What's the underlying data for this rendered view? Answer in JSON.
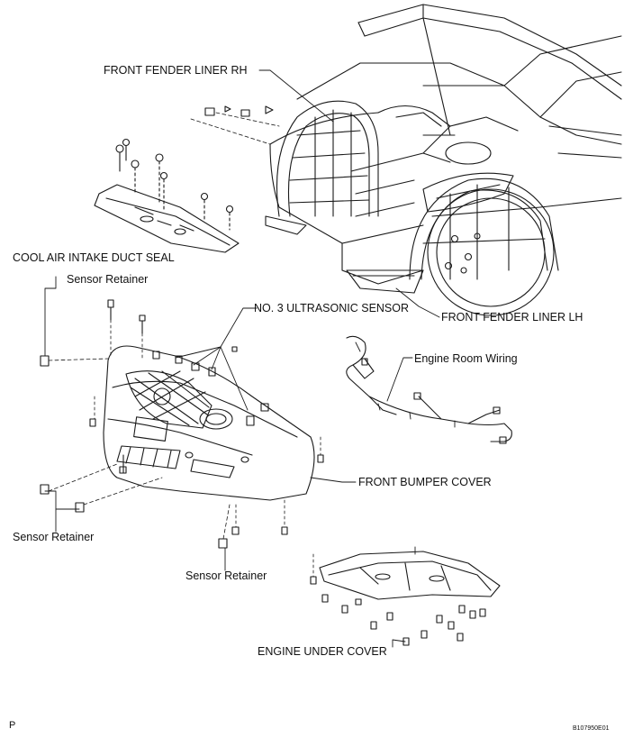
{
  "labels": {
    "front_fender_liner_rh": "FRONT FENDER LINER RH",
    "cool_air_intake_duct_seal": "COOL AIR INTAKE DUCT SEAL",
    "sensor_retainer_top": "Sensor Retainer",
    "no3_ultrasonic_sensor": "NO. 3 ULTRASONIC SENSOR",
    "front_fender_liner_lh": "FRONT FENDER LINER LH",
    "engine_room_wiring": "Engine Room Wiring",
    "front_bumper_cover": "FRONT BUMPER COVER",
    "sensor_retainer_left": "Sensor Retainer",
    "sensor_retainer_bottom": "Sensor Retainer",
    "engine_under_cover": "ENGINE UNDER COVER"
  },
  "footer": {
    "page_marker": "P",
    "figure_code": "B107950E01"
  }
}
